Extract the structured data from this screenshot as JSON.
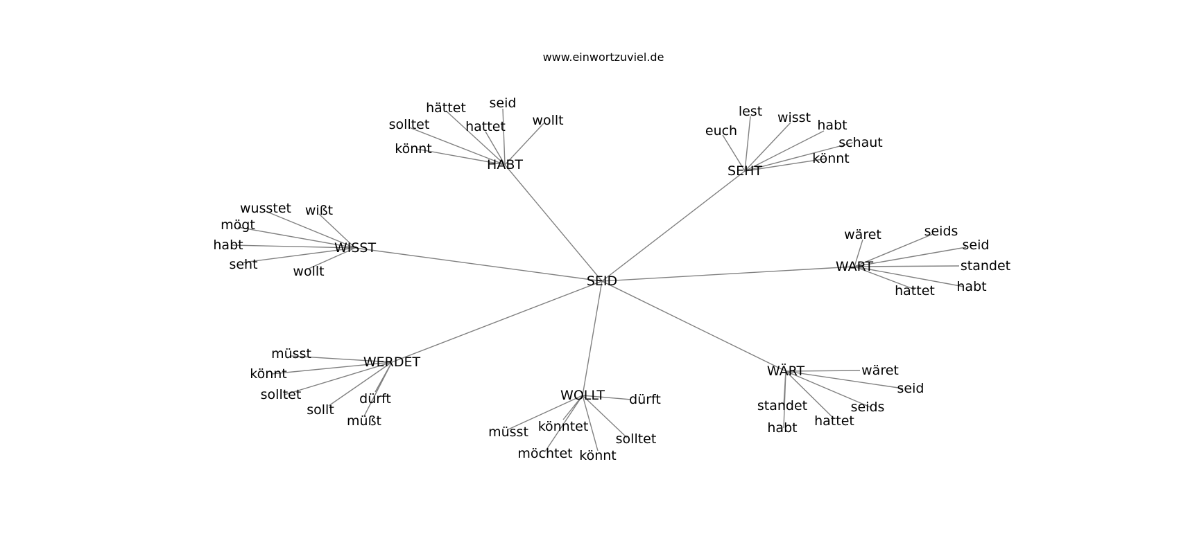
{
  "header": {
    "site_url": "www.einwortzuviel.de"
  },
  "graph": {
    "root": "SEID",
    "hubs": [
      {
        "id": "habt",
        "label": "HABT",
        "leaves": [
          "seid",
          "hättet",
          "solltet",
          "hattet",
          "wollt",
          "könnt"
        ]
      },
      {
        "id": "seht",
        "label": "SEHT",
        "leaves": [
          "lest",
          "wisst",
          "habt",
          "euch",
          "schaut",
          "könnt"
        ]
      },
      {
        "id": "wisst",
        "label": "WISST",
        "leaves": [
          "wusstet",
          "wißt",
          "mögt",
          "habt",
          "seht",
          "wollt"
        ]
      },
      {
        "id": "wart",
        "label": "WART",
        "leaves": [
          "wäret",
          "seids",
          "seid",
          "standet",
          "habt",
          "hattet"
        ]
      },
      {
        "id": "werdet",
        "label": "WERDET",
        "leaves": [
          "müsst",
          "könnt",
          "solltet",
          "dürft",
          "sollt",
          "müßt"
        ]
      },
      {
        "id": "wollt",
        "label": "WOLLT",
        "leaves": [
          "dürft",
          "müsst",
          "könntet",
          "solltet",
          "möchtet",
          "könnt"
        ]
      },
      {
        "id": "waert",
        "label": "WÄRT",
        "leaves": [
          "wäret",
          "seid",
          "standet",
          "seids",
          "hattet",
          "habt"
        ]
      }
    ]
  }
}
